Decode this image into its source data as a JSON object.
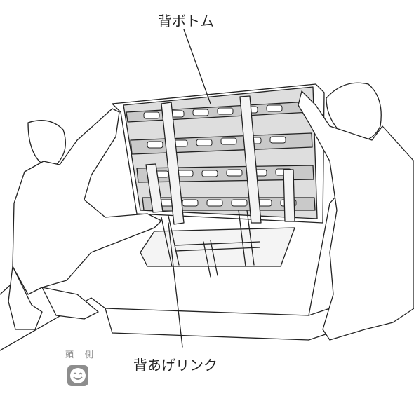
{
  "labels": {
    "back_bottom": "背ボトム",
    "back_lift_link": "背あげリンク",
    "head_side": "頭 側"
  },
  "icons": {
    "head_side_badge": "smiling-face-icon"
  },
  "colors": {
    "line": "#222222",
    "frame_fill": "#c9c9c9",
    "badge": "#8d8d8d"
  }
}
